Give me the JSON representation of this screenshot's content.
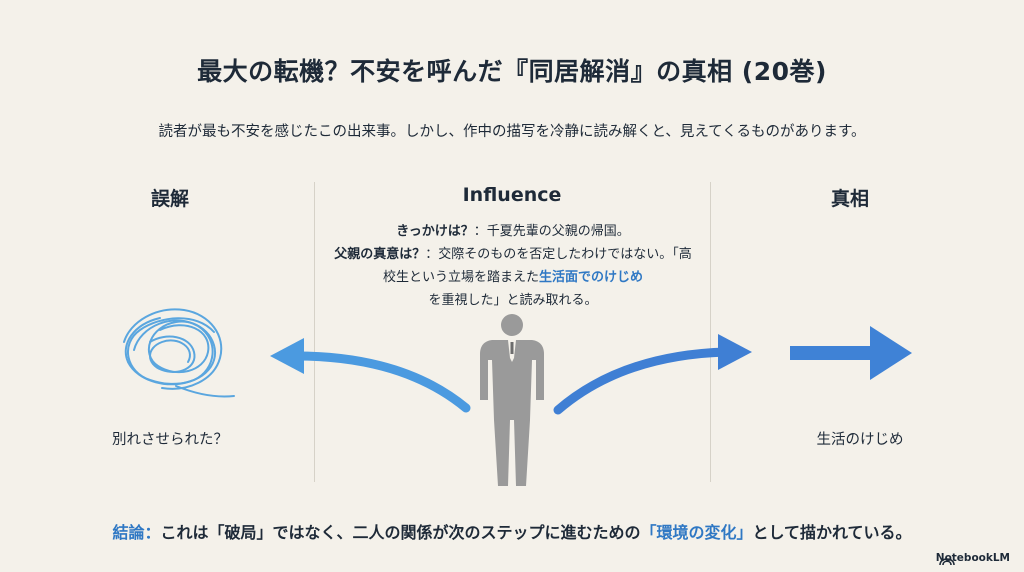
{
  "title": "最大の転機？不安を呼んだ『同居解消』の真相 (20巻)",
  "subtitle": "読者が最も不安を感じたこの出来事。しかし、作中の描写を冷静に読み解くと、見えてくるものがあります。",
  "columns": {
    "left_heading": "誤解",
    "center_heading": "Influence",
    "right_heading": "真相"
  },
  "center": {
    "q1_label": "きっかけは？",
    "q1_text": "：千夏先輩の父親の帰国。",
    "q2_label": "父親の真意は？",
    "q2_text_a": "：交際そのものを否定したわけではない。「高校生という立場を踏まえた",
    "q2_highlight": "生活面でのけじめ",
    "q2_text_b": "を重視した」と読み取れる。"
  },
  "left_label": "別れさせられた？",
  "right_label": "生活のけじめ",
  "conclusion": {
    "prefix": "結論：",
    "text_a": "これは「破局」ではなく、二人の関係が次のステップに進むための",
    "highlight": "「環境の変化」",
    "text_b": "として描かれている。"
  },
  "brand": "NotebookLM",
  "colors": {
    "background": "#f4f1ea",
    "text": "#1e2a38",
    "accent_blue": "#2f78c4",
    "arrow_blue": "#3f82d6",
    "scribble": "#5aa6df",
    "figure_gray": "#9a9a9a"
  },
  "icons": [
    "tangled-scribble-icon",
    "person-silhouette-icon",
    "curved-arrow-left-icon",
    "curved-arrow-right-icon",
    "straight-arrow-right-icon",
    "notebooklm-logo-icon"
  ]
}
